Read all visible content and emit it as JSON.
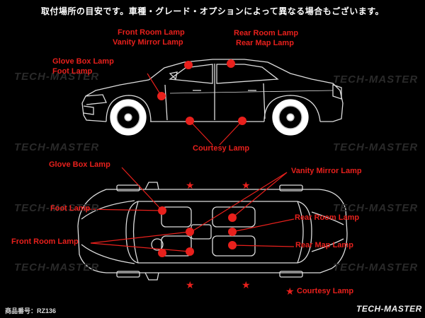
{
  "header": {
    "title": "取付場所の目安です。車種・グレード・オプションによって異なる場合もございます。"
  },
  "watermark": "TECH-MASTER",
  "side_view": {
    "labels": {
      "front_room_lamp": "Front Room Lamp",
      "vanity_mirror_lamp": "Vanity Mirror Lamp",
      "rear_room_lamp": "Rear Room Lamp",
      "rear_map_lamp": "Rear Map Lamp",
      "glove_box_lamp": "Glove Box Lamp",
      "foot_lamp": "Foot Lamp",
      "courtesy_lamp": "Courtesy Lamp"
    }
  },
  "top_view": {
    "labels": {
      "glove_box_lamp": "Glove Box Lamp",
      "vanity_mirror_lamp": "Vanity Mirror Lamp",
      "foot_lamp": "Foot Lamp",
      "rear_room_lamp": "Rear Room Lamp",
      "front_room_lamp": "Front Room Lamp",
      "rear_map_lamp": "Rear Map Lamp",
      "courtesy_lamp": "Courtesy Lamp"
    }
  },
  "footer": {
    "product_number": "商品番号：RZ136",
    "brand": "TECH-MASTER"
  },
  "colors": {
    "accent": "#e8201c",
    "background": "#000000",
    "line": "#dddddd"
  }
}
